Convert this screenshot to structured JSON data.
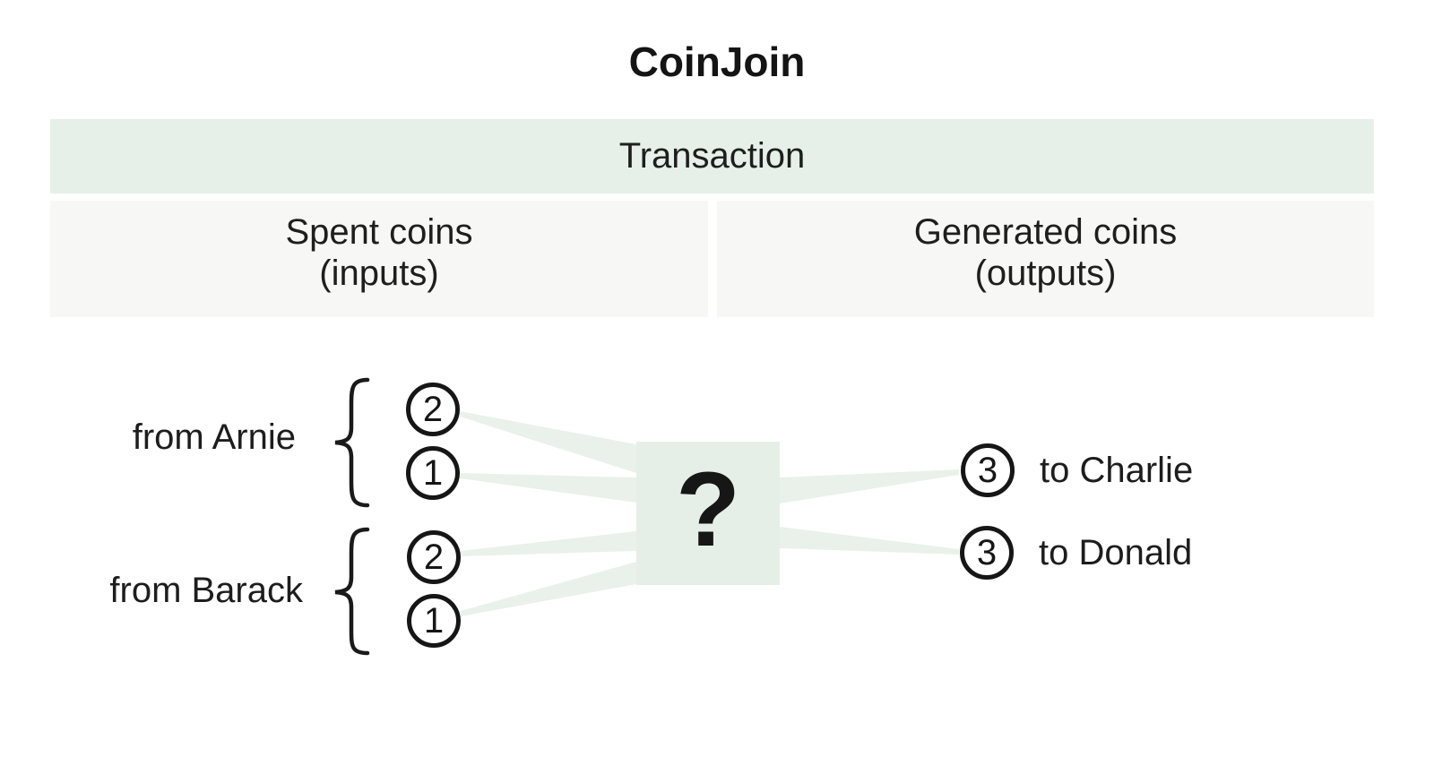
{
  "title": "CoinJoin",
  "table": {
    "header": "Transaction",
    "inputs_col": {
      "line1": "Spent coins",
      "line2": "(inputs)"
    },
    "outputs_col": {
      "line1": "Generated coins",
      "line2": "(outputs)"
    }
  },
  "inputs": [
    {
      "owner": "from Arnie",
      "coins": [
        "2",
        "1"
      ]
    },
    {
      "owner": "from Barack",
      "coins": [
        "2",
        "1"
      ]
    }
  ],
  "mixer": {
    "symbol": "?"
  },
  "outputs": [
    {
      "value": "3",
      "recipient": "to Charlie"
    },
    {
      "value": "3",
      "recipient": "to Donald"
    }
  ],
  "colors": {
    "transaction_band": "#e6f0e8",
    "column_panel": "#f7f8f5",
    "mixer_box": "#e5efe7",
    "beam": "#e9f1ea",
    "text": "#1c1c1c",
    "coin_outline": "#161616"
  }
}
